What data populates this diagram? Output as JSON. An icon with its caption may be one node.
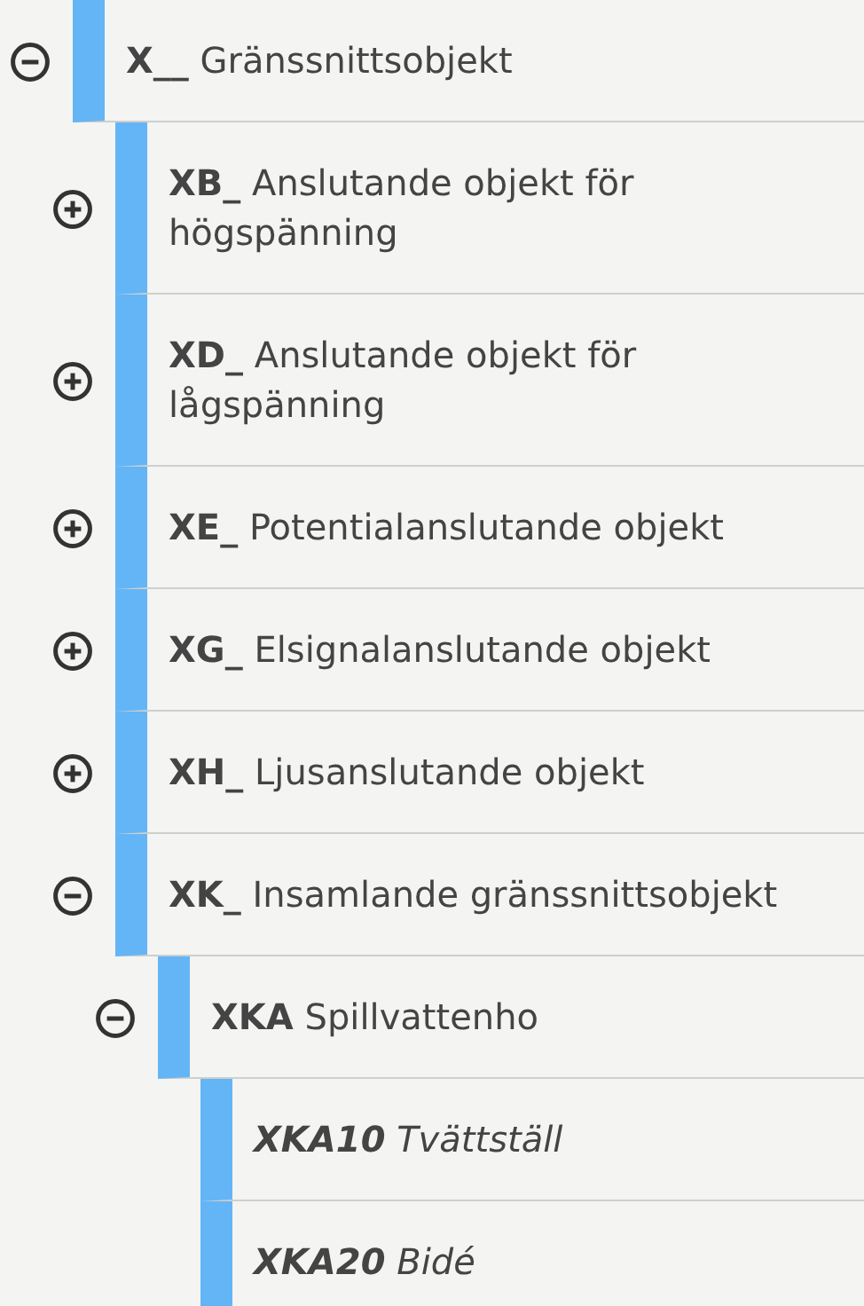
{
  "diagram": {
    "nodes": [
      {
        "text": [
          "**X__** Gränssnittsobjekt"
        ]
      },
      {
        "text": [
          "**XB_** Anslutande objekt för högspänning"
        ]
      },
      {
        "text": [
          "**XD_** Anslutande objekt för lågspänning"
        ]
      },
      {
        "text": [
          "**XE_** Potentialanslutande objekt"
        ]
      },
      {
        "text": [
          "**XG_** Elsignalanslutande objekt"
        ]
      },
      {
        "text": [
          "**XH_** Ljusanslutande objekt"
        ]
      },
      {
        "text": [
          "**XK_** Insamlande gränssnittsobjekt"
        ]
      },
      {
        "text": [
          "**XKA** Spillvattenho"
        ]
      },
      {
        "text": [
          "**XKA10** Tvättställ"
        ]
      },
      {
        "text": [
          "**XKA20** Bidé"
        ]
      }
    ]
  }
}
